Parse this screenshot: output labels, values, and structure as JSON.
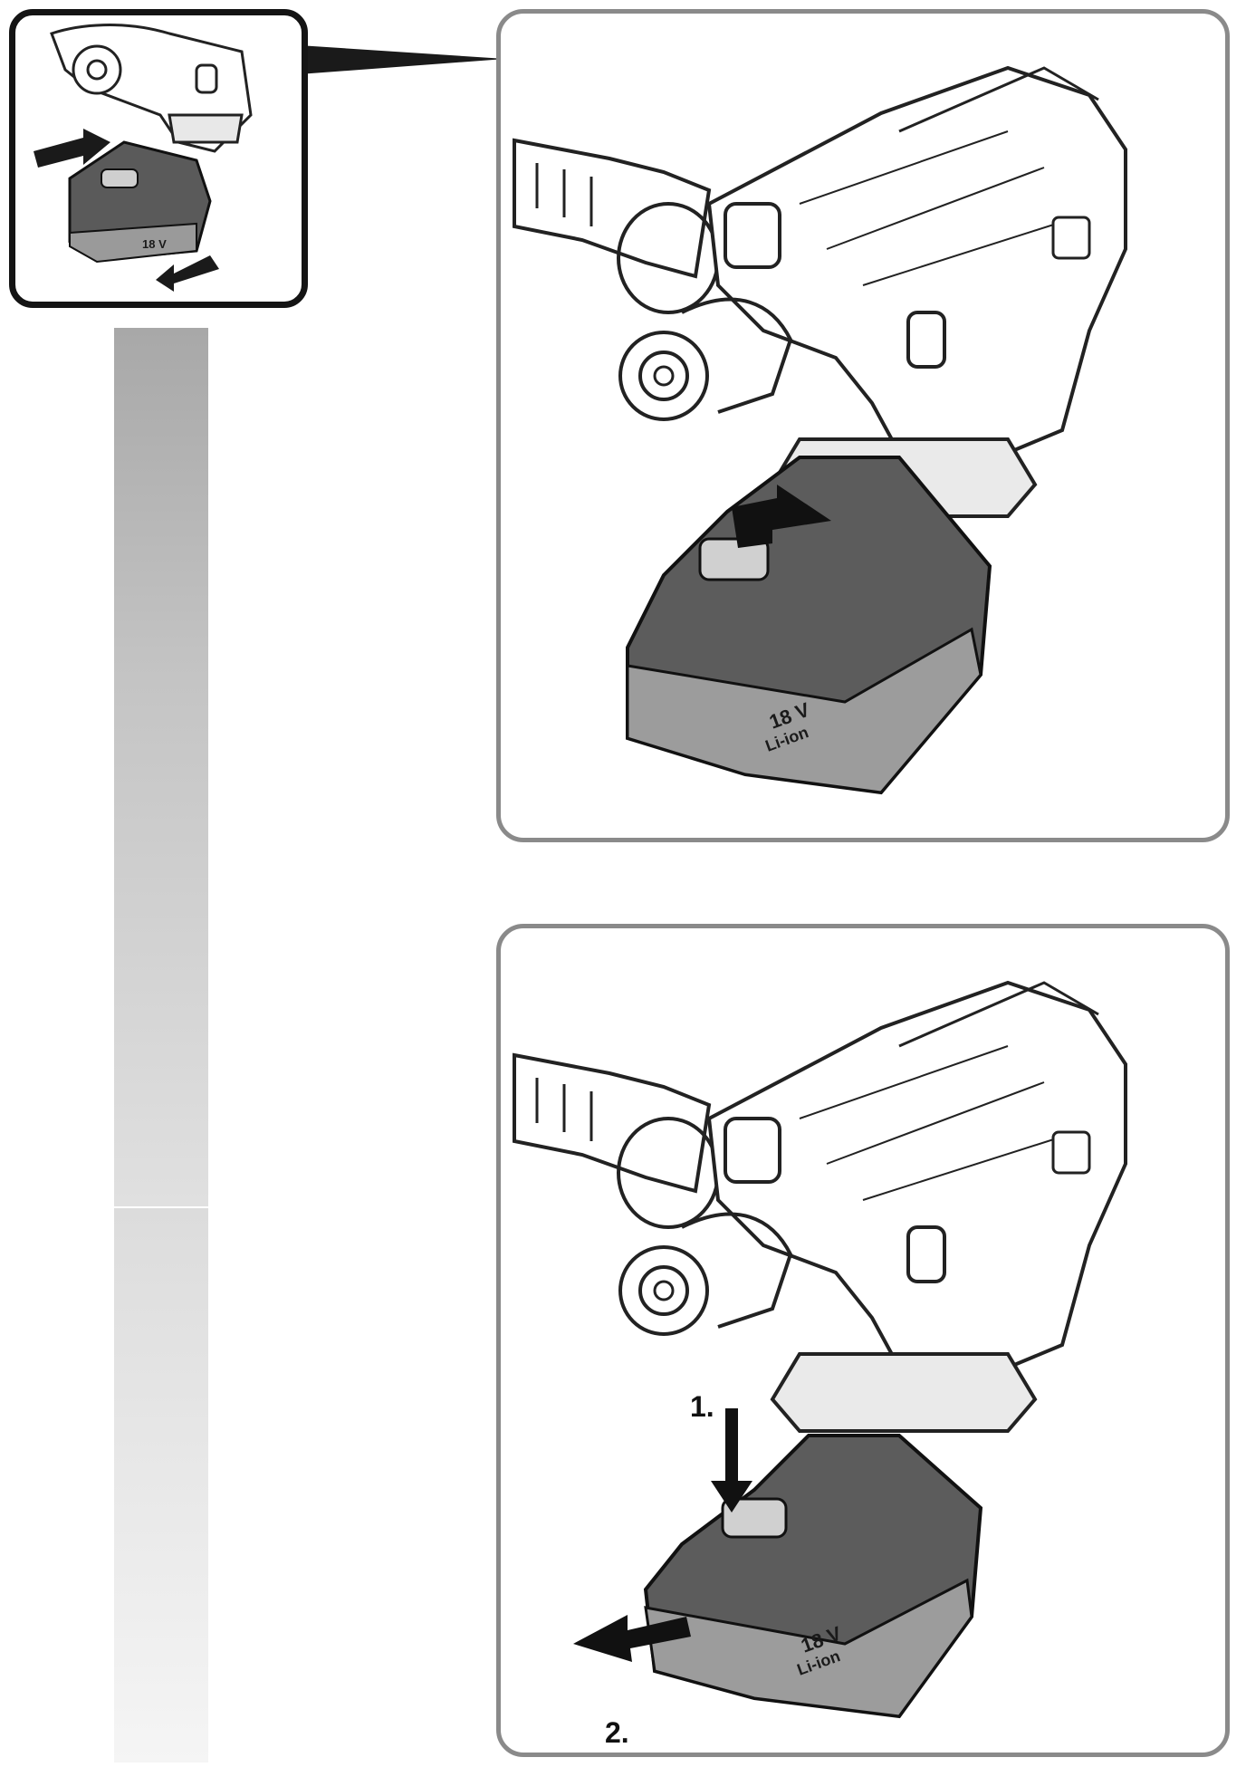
{
  "thumbnail": {
    "battery_voltage": "18 V"
  },
  "panel_top": {
    "battery_voltage": "18 V",
    "battery_chem": "Li-ion"
  },
  "panel_bottom": {
    "step1": "1.",
    "step2": "2.",
    "battery_voltage": "18 V",
    "battery_chem": "Li-ion"
  },
  "colors": {
    "panel_border": "#8a8a8a",
    "thumb_border": "#141414",
    "sidebar_top": "#a9a9a9",
    "sidebar_bottom": "#f2f2f2"
  },
  "icons": [
    "insert-arrow-icon",
    "press-arrow-icon",
    "remove-arrow-icon"
  ]
}
